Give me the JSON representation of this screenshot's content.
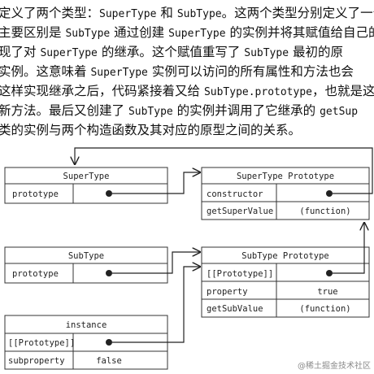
{
  "paragraph": {
    "lines": [
      [
        {
          "t": "定义了两个类型："
        },
        {
          "t": "SuperType",
          "code": true
        },
        {
          "t": " 和 "
        },
        {
          "t": "SubType",
          "code": true
        },
        {
          "t": "。这两个类型分别定义了一个"
        }
      ],
      [
        {
          "t": "主要区别是 "
        },
        {
          "t": "SubType",
          "code": true
        },
        {
          "t": " 通过创建 "
        },
        {
          "t": "SuperType",
          "code": true
        },
        {
          "t": " 的实例并将其赋值给自己的"
        }
      ],
      [
        {
          "t": "现了对 "
        },
        {
          "t": "SuperType",
          "code": true
        },
        {
          "t": " 的继承。这个赋值重写了 "
        },
        {
          "t": "SubType",
          "code": true
        },
        {
          "t": " 最初的原"
        }
      ],
      [
        {
          "t": "实例。这意味着 "
        },
        {
          "t": "SuperType",
          "code": true
        },
        {
          "t": " 实例可以访问的所有属性和方法也会"
        }
      ],
      [
        {
          "t": "这样实现继承之后，代码紧接着又给 "
        },
        {
          "t": "SubType.prototype",
          "code": true
        },
        {
          "t": "，也就是这"
        }
      ],
      [
        {
          "t": "新方法。最后又创建了 "
        },
        {
          "t": "SubType",
          "code": true
        },
        {
          "t": " 的实例并调用了它继承的 "
        },
        {
          "t": "getSup",
          "code": true
        }
      ],
      [
        {
          "t": "类的实例与两个构造函数及其对应的原型之间的关系。"
        }
      ]
    ]
  },
  "diagram": {
    "supertype": {
      "title": "SuperType",
      "rows": [
        {
          "key": "prototype",
          "val": ""
        }
      ]
    },
    "supertype_proto": {
      "title": "SuperType Prototype",
      "rows": [
        {
          "key": "constructor",
          "val": ""
        },
        {
          "key": "getSuperValue",
          "val": "(function)"
        }
      ]
    },
    "subtype": {
      "title": "SubType",
      "rows": [
        {
          "key": "prototype",
          "val": ""
        }
      ]
    },
    "subtype_proto": {
      "title": "SubType Prototype",
      "rows": [
        {
          "key": "[[Prototype]]",
          "val": ""
        },
        {
          "key": "property",
          "val": "true"
        },
        {
          "key": "getSubValue",
          "val": "(function)"
        }
      ]
    },
    "instance": {
      "title": "instance",
      "rows": [
        {
          "key": "[[Prototype]]",
          "val": ""
        },
        {
          "key": "subproperty",
          "val": "false"
        }
      ]
    }
  },
  "watermark": "@稀土掘金技术社区",
  "colors": {
    "line": "#222222",
    "border": "#333333"
  }
}
